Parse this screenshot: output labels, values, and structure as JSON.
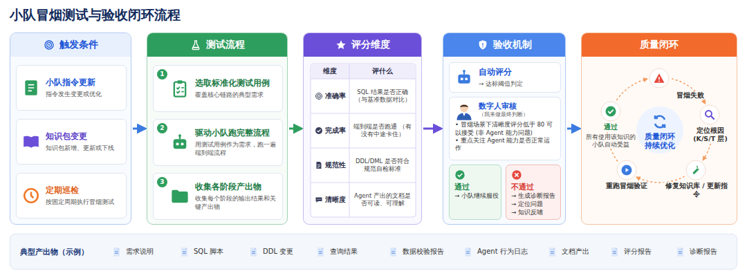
{
  "diagram": {
    "title": "小队冒烟测试与验收闭环流程",
    "nodes": [
      {
        "text": [
          "触发条件"
        ]
      },
      {
        "text": [
          "小队指令更新",
          "指令发生变更或优化"
        ],
        "in": 0
      },
      {
        "text": [
          "知识包变更",
          "知识包新增、更新或下线"
        ],
        "in": 0
      },
      {
        "text": [
          "定期巡检",
          "按固定周期执行冒烟测试"
        ],
        "in": 0
      },
      {
        "text": [
          "测试流程"
        ]
      },
      {
        "text": [
          "选取标准化测试用例",
          "覆盖核心链路的典型需求"
        ],
        "in": 4
      },
      {
        "text": [
          "驱动小队跑完整流程",
          "用测试用例作为需求，跑一遍端到端流程"
        ],
        "in": 4
      },
      {
        "text": [
          "收集各阶段产出物",
          "收集每个阶段的输出结果和关键产出物"
        ],
        "in": 4
      },
      {
        "text": [
          "评分维度"
        ]
      },
      {
        "text": [
          "验收机制"
        ]
      },
      {
        "text": [
          "自动评分",
          "→ 达标阈值判定"
        ],
        "in": 9
      },
      {
        "text": [
          "数字人审核",
          "（我来做最终判断）",
          "• 冒烟场景下清晰度评分低于 80 可以接受 (非 Agent 能力问题)",
          "• 重点关注 Agent 能力是否正常运作"
        ],
        "in": 9
      },
      {
        "text": [
          "通过",
          "→ 小队继续服役"
        ],
        "in": 9
      },
      {
        "text": [
          "不通过",
          "→ 生成诊断报告",
          "→ 定位问题",
          "→ 知识反哺"
        ],
        "in": 9
      },
      {
        "text": [
          "质量闭环"
        ]
      },
      {
        "text": [
          "质量闭环 持续优化"
        ],
        "in": 14
      },
      {
        "text": [
          "典型产出物（示例）"
        ]
      }
    ],
    "edges": [
      {
        "from": 0,
        "to": 4,
        "arrow": "to"
      },
      {
        "from": 4,
        "to": 8,
        "arrow": "to"
      },
      {
        "from": 8,
        "to": 9,
        "arrow": "to"
      },
      {
        "from": 9,
        "to": 14,
        "arrow": "to"
      }
    ],
    "labels": [
      "1",
      "2",
      "3",
      "维度",
      "评什么",
      "准确率",
      "SQL 结果是否正确 （与基准数据对比）",
      "完成率",
      "端到端是否跑通 （有没有中途卡住）",
      "规范性",
      "DDL/DML 是否符合规范自检标准",
      "清晰度",
      "Agent 产出的文档是否可读、可理解",
      "冒烟失败",
      "定位根因 (K/S/T 层)",
      "修复知识库 / 更新指令",
      "重跑冒烟验证",
      "通过",
      "所有使用该知识的小队自动受益",
      "需求说明",
      "SQL 脚本",
      "DDL 变更",
      "查询结果",
      "数据校验报告",
      "Agent 行为日志",
      "文档产出",
      "评分报告",
      "诊断报告"
    ]
  }
}
